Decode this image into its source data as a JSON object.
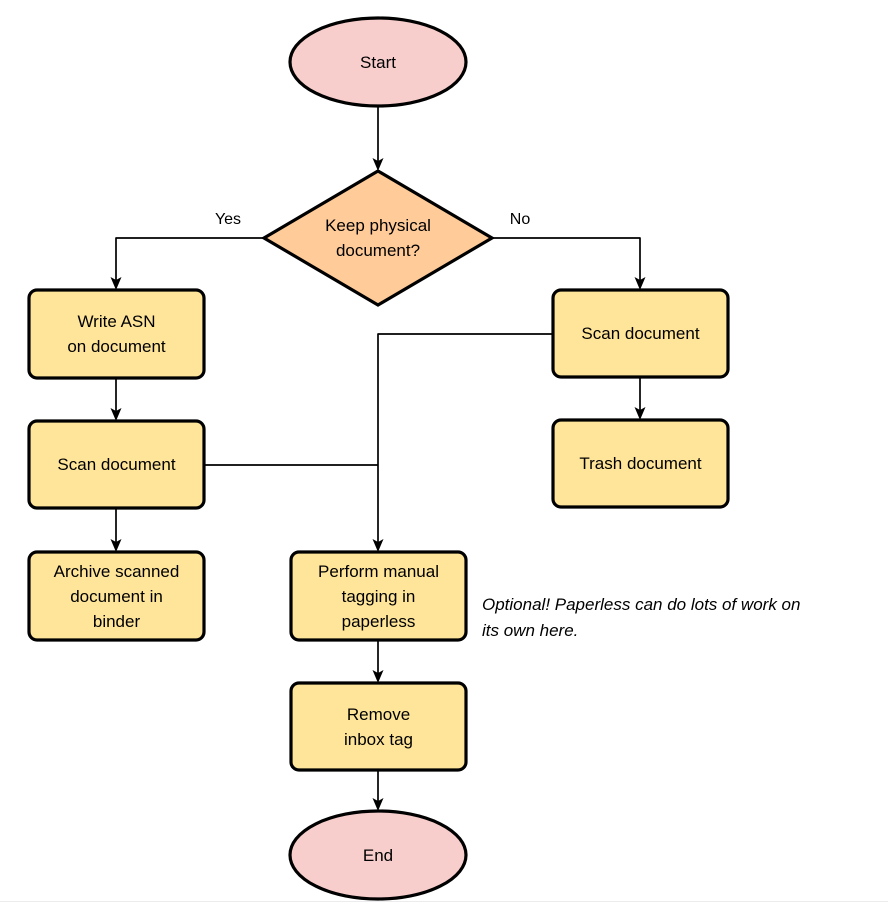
{
  "flowchart": {
    "colors": {
      "terminal_fill": "#f8cecc",
      "decision_fill": "#ffcc99",
      "process_fill": "#ffe599",
      "stroke": "#000000"
    },
    "nodes": {
      "start": {
        "type": "terminal",
        "label": "Start"
      },
      "decision": {
        "type": "decision",
        "label": "Keep physical\ndocument?"
      },
      "write_asn": {
        "type": "process",
        "label": "Write ASN\non document"
      },
      "scan_left": {
        "type": "process",
        "label": "Scan document"
      },
      "archive": {
        "type": "process",
        "label": "Archive scanned\ndocument in\nbinder"
      },
      "scan_right": {
        "type": "process",
        "label": "Scan document"
      },
      "trash": {
        "type": "process",
        "label": "Trash document"
      },
      "tagging": {
        "type": "process",
        "label": "Perform manual\ntagging in\npaperless"
      },
      "remove_tag": {
        "type": "process",
        "label": "Remove\ninbox tag"
      },
      "end": {
        "type": "terminal",
        "label": "End"
      }
    },
    "edges": [
      {
        "from": "start",
        "to": "decision",
        "label": ""
      },
      {
        "from": "decision",
        "to": "write_asn",
        "label": "Yes"
      },
      {
        "from": "decision",
        "to": "scan_right",
        "label": "No"
      },
      {
        "from": "write_asn",
        "to": "scan_left",
        "label": ""
      },
      {
        "from": "scan_left",
        "to": "archive",
        "label": ""
      },
      {
        "from": "scan_right",
        "to": "trash",
        "label": ""
      },
      {
        "from": "scan_right",
        "to": "tagging",
        "label": ""
      },
      {
        "from": "scan_left",
        "to": "tagging",
        "label": ""
      },
      {
        "from": "tagging",
        "to": "remove_tag",
        "label": ""
      },
      {
        "from": "remove_tag",
        "to": "end",
        "label": ""
      }
    ],
    "annotation": "Optional! Paperless can do lots of work on\nits own here."
  }
}
